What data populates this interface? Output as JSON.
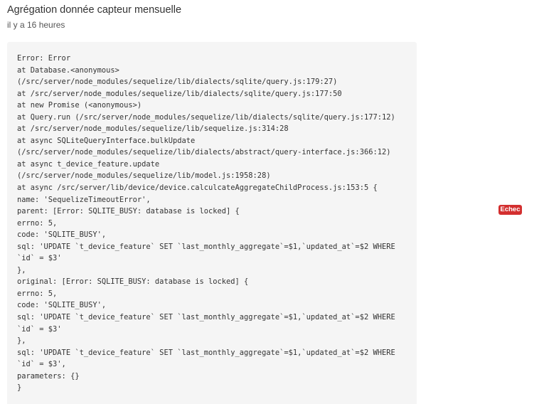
{
  "job": {
    "title": "Agrégation donnée capteur mensuelle",
    "time": "il y a 16 heures",
    "status": "Echec",
    "status_color": "#d32f2f"
  },
  "log": {
    "lines": [
      "Error: Error",
      "at Database.<anonymous>",
      "(/src/server/node_modules/sequelize/lib/dialects/sqlite/query.js:179:27)",
      "at /src/server/node_modules/sequelize/lib/dialects/sqlite/query.js:177:50",
      "at new Promise (<anonymous>)",
      "at Query.run (/src/server/node_modules/sequelize/lib/dialects/sqlite/query.js:177:12)",
      "at /src/server/node_modules/sequelize/lib/sequelize.js:314:28",
      "at async SQLiteQueryInterface.bulkUpdate",
      "(/src/server/node_modules/sequelize/lib/dialects/abstract/query-interface.js:366:12)",
      "at async t_device_feature.update",
      "(/src/server/node_modules/sequelize/lib/model.js:1958:28)",
      "at async /src/server/lib/device/device.calculcateAggregateChildProcess.js:153:5 {",
      "name: 'SequelizeTimeoutError',",
      "parent: [Error: SQLITE_BUSY: database is locked] {",
      "errno: 5,",
      "code: 'SQLITE_BUSY',",
      "sql: 'UPDATE `t_device_feature` SET `last_monthly_aggregate`=$1,`updated_at`=$2 WHERE",
      "`id` = $3'",
      "},",
      "original: [Error: SQLITE_BUSY: database is locked] {",
      "errno: 5,",
      "code: 'SQLITE_BUSY',",
      "sql: 'UPDATE `t_device_feature` SET `last_monthly_aggregate`=$1,`updated_at`=$2 WHERE",
      "`id` = $3'",
      "},",
      "sql: 'UPDATE `t_device_feature` SET `last_monthly_aggregate`=$1,`updated_at`=$2 WHERE",
      "`id` = $3',",
      "parameters: {}",
      "}"
    ]
  }
}
